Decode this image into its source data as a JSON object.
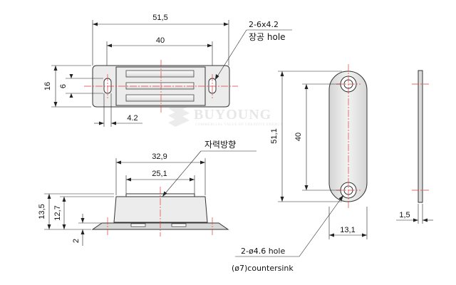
{
  "watermark": {
    "brand": "BUYOUNG",
    "tagline": "COMMERCIAL VALUE OF CREATIVE ENERGY"
  },
  "top_view": {
    "dim_overall_width": "51,5",
    "dim_slot_spacing": "40",
    "dim_height": "16",
    "dim_slot_width": "6",
    "dim_slot_offset": "4.2",
    "hole_note_line1": "2-6x4.2",
    "hole_note_line2": "장공 hole"
  },
  "side_view": {
    "dim_top_width": "32,9",
    "dim_inner_width": "25,1",
    "dim_total_height": "13,5",
    "dim_body_height": "12,7",
    "dim_flange": "2",
    "force_direction_label": "자력방향"
  },
  "plate_view": {
    "dim_length": "51,1",
    "dim_hole_spacing": "40",
    "dim_width": "13,1",
    "dim_thickness": "1,5",
    "hole_note_line1": "2-ø4.6 hole",
    "hole_note_line2": "(ø7)countersink"
  }
}
